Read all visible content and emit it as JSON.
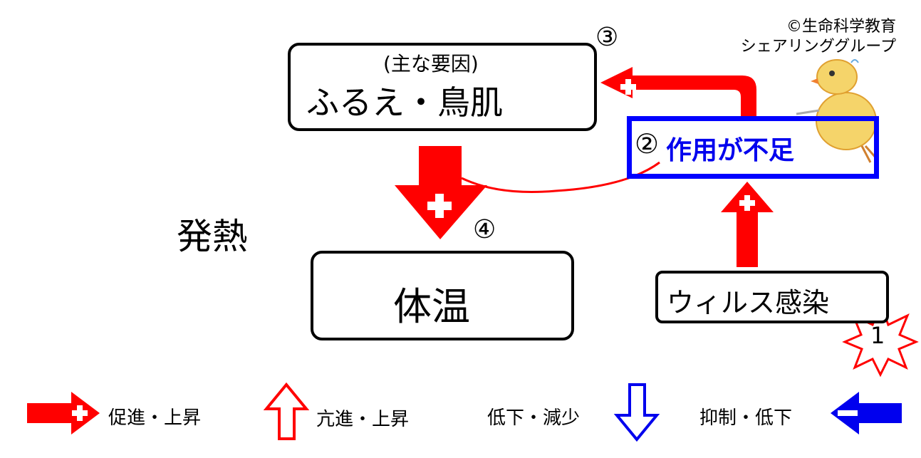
{
  "copyright": {
    "line1": "©生命科学教育",
    "line2": "シェアリンググループ"
  },
  "nodes": {
    "shivering": {
      "note": "(主な要因)",
      "label": "ふるえ・鳥肌",
      "step": "③"
    },
    "action": {
      "step": "②",
      "label": "作用が不足"
    },
    "body_temp": {
      "label": "体温",
      "step": "④"
    },
    "virus": {
      "label": "ウィルス感染",
      "step": "1"
    }
  },
  "fever_label": "発熱",
  "legend": [
    {
      "label": "促進・上昇",
      "icon": "red-filled-plus-arrow"
    },
    {
      "label": "亢進・上昇",
      "icon": "red-outline-up-arrow"
    },
    {
      "label": "低下・減少",
      "icon": "blue-outline-down-arrow"
    },
    {
      "label": "抑制・低下",
      "icon": "blue-filled-minus-arrow"
    }
  ],
  "colors": {
    "promote": "#ff0000",
    "inhibit": "#0000ee",
    "box_border": "#000000",
    "action_box": "#0000ff"
  }
}
